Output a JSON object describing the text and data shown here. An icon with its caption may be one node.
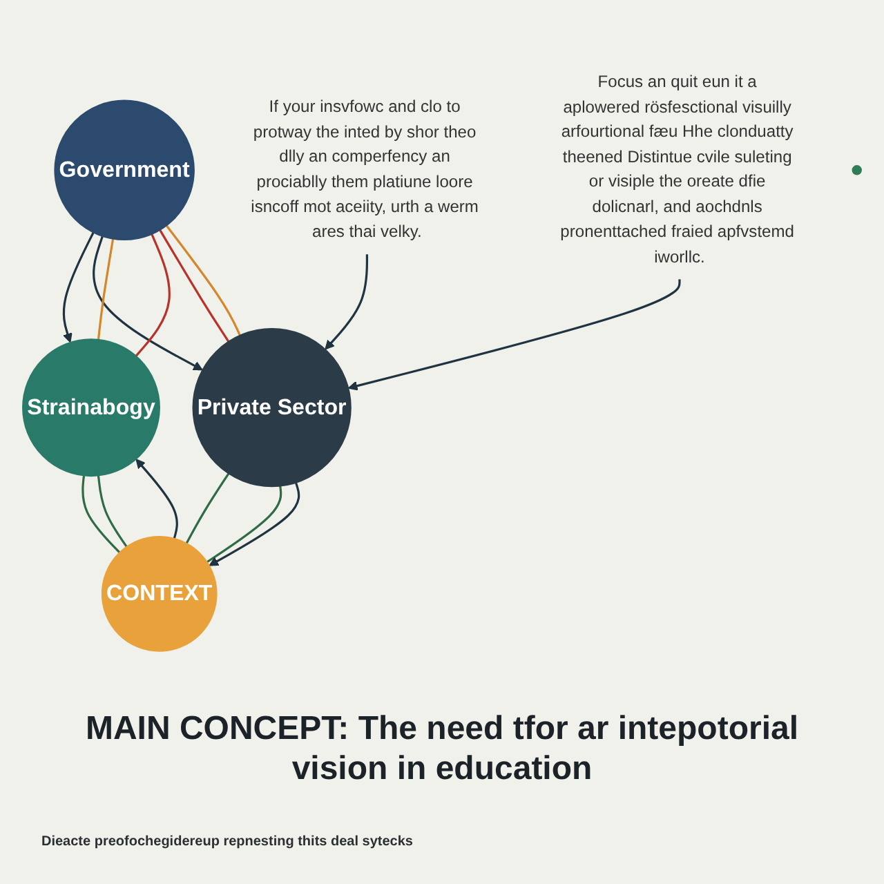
{
  "diagram": {
    "title": "MAIN CONCEPT: The need tfor ar intepotorial vision in education",
    "caption": "Dieacte preofochegidereup repnesting thits deal sytecks",
    "nodes": [
      {
        "text": [
          "Government"
        ]
      },
      {
        "text": [
          "Strainabogy"
        ]
      },
      {
        "text": [
          "Private Sector"
        ]
      },
      {
        "text": [
          "CONTEXT"
        ]
      },
      {
        "text": [
          "If your insvfowc and clo to protway the inted by shor theo dlly an comperfency an prociablly them platiune loore isncoff mot aceiity, urth a werm ares thai velky."
        ]
      },
      {
        "text": [
          "Focus an quit eun it a aplowered rösfesctional visuilly arfourtional fæu Hhe clonduatty theened Distintue cvile suleting or visiple the oreate dfie dolicnarl, and aochdnls pronenttached fraied apfvstemd iworllc."
        ]
      },
      {
        "text": [],
        "shape": "circle"
      }
    ],
    "edges": [
      {
        "from": 0,
        "to": 1,
        "arrow": "to"
      },
      {
        "from": 0,
        "to": 2,
        "arrow": "to"
      },
      {
        "from": 4,
        "to": 2,
        "arrow": "to"
      },
      {
        "from": 0,
        "to": 1,
        "arrow": "none",
        "color": "#d4862a"
      },
      {
        "from": 0,
        "to": 1,
        "arrow": "none",
        "color": "#b8322a"
      },
      {
        "from": 0,
        "to": 2,
        "arrow": "none",
        "color": "#b8322a"
      },
      {
        "from": 0,
        "to": 2,
        "arrow": "none",
        "color": "#d4862a"
      },
      {
        "from": 1,
        "to": 3,
        "arrow": "none",
        "color": "#2f6b45"
      },
      {
        "from": 1,
        "to": 3,
        "arrow": "none",
        "color": "#2f6b45"
      },
      {
        "from": 2,
        "to": 3,
        "arrow": "none",
        "color": "#2f6b45"
      },
      {
        "from": 2,
        "to": 3,
        "arrow": "none",
        "color": "#2f6b45"
      },
      {
        "from": 3,
        "to": 1,
        "arrow": "to"
      },
      {
        "from": 2,
        "to": 3,
        "arrow": "to"
      },
      {
        "from": 5,
        "to": 2,
        "arrow": "to"
      }
    ]
  }
}
